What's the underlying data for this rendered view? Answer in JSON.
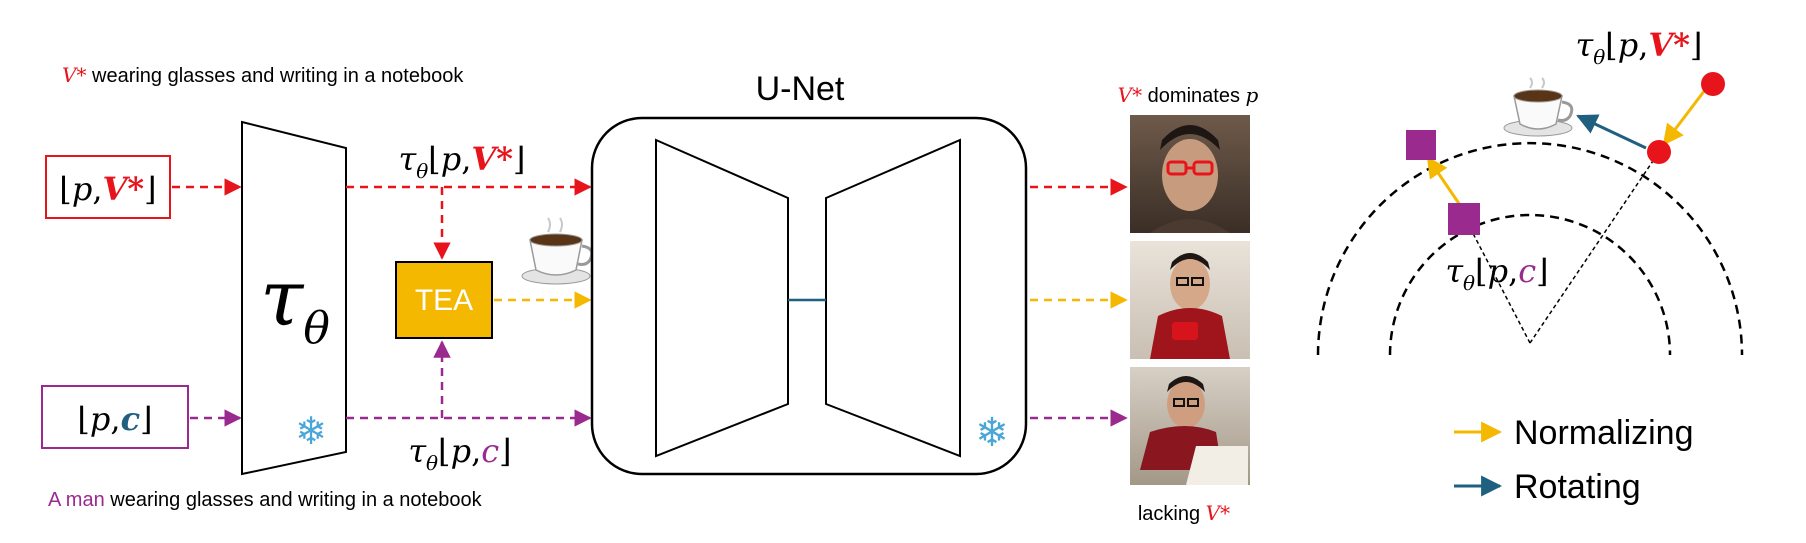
{
  "colors": {
    "red": "#e8141c",
    "purple": "#9b2a8f",
    "yellow": "#f5b800",
    "teal": "#1f5f80",
    "black": "#000000"
  },
  "prompts": {
    "personalized": {
      "vstar": "V*",
      "rest": " wearing glasses and writing in a notebook"
    },
    "class": {
      "a_man": "A man",
      "rest": " wearing glasses and writing in a notebook"
    }
  },
  "inputs": {
    "personalized": {
      "open": "⌊",
      "p": "p",
      "comma": ",",
      "token": "V*",
      "close": "⌋"
    },
    "class": {
      "open": "⌊",
      "p": "p",
      "comma": ",",
      "token": "c",
      "close": "⌋"
    }
  },
  "encoder": {
    "symbol": "τ",
    "subscript": "θ"
  },
  "tea_label": "TEA",
  "unet_label": "U-Net",
  "embeddings": {
    "personalized": {
      "tau": "τ",
      "theta": "θ",
      "open": "⌊",
      "p": "p",
      "comma": ",",
      "token": "V*",
      "close": "⌋"
    },
    "class": {
      "tau": "τ",
      "theta": "θ",
      "open": "⌊",
      "p": "p",
      "comma": ",",
      "token": "c",
      "close": "⌋"
    }
  },
  "outputs": {
    "top_caption": {
      "vstar": "V*",
      "rest": " dominates ",
      "p": "p"
    },
    "bottom_caption": {
      "rest": "lacking ",
      "vstar": "V*"
    }
  },
  "icons": {
    "snowflake": "❄",
    "coffee": "☕"
  },
  "geometry_panel": {
    "labels": {
      "personalized": {
        "tau": "τ",
        "theta": "θ",
        "open": "⌊",
        "p": "p",
        "comma": ",",
        "token": "V*",
        "close": "⌋"
      },
      "class": {
        "tau": "τ",
        "theta": "θ",
        "open": "⌊",
        "p": "p",
        "comma": ",",
        "token": "c",
        "close": "⌋"
      }
    }
  },
  "legend": [
    {
      "label": "Normalizing",
      "color": "#f5b800"
    },
    {
      "label": "Rotating",
      "color": "#1f5f80"
    }
  ]
}
